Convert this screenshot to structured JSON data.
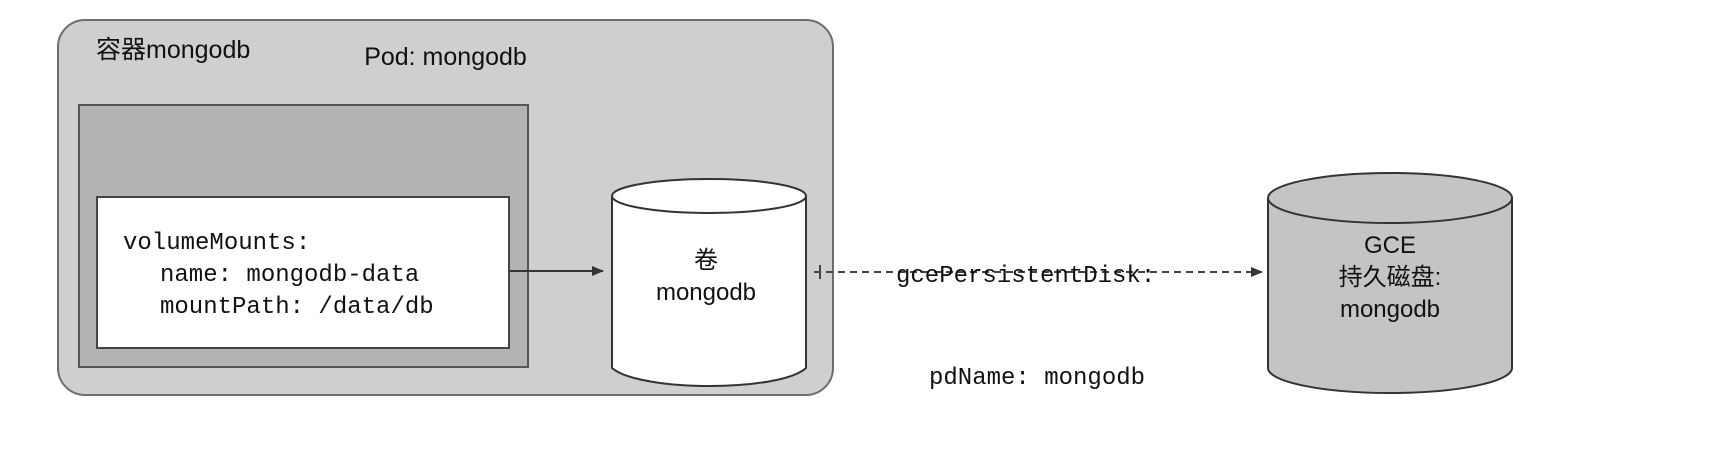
{
  "pod": {
    "title": "Pod: mongodb"
  },
  "container": {
    "title": "容器mongodb",
    "volume_mounts": {
      "heading": "volumeMounts:",
      "name_line": "name: mongodb-data",
      "path_line": "mountPath: /data/db"
    }
  },
  "volume": {
    "line1": "卷",
    "line2": "mongodb"
  },
  "disk_spec": {
    "line1": "gcePersistentDisk:",
    "line2": "pdName: mongodb"
  },
  "gce_disk": {
    "line1": "GCE",
    "line2": "持久磁盘:",
    "line3": "mongodb"
  },
  "colors": {
    "pod_fill": "#cfcfcf",
    "container_fill": "#b3b3b3",
    "disk_fill": "#c4c4c4",
    "stroke": "#333333"
  }
}
